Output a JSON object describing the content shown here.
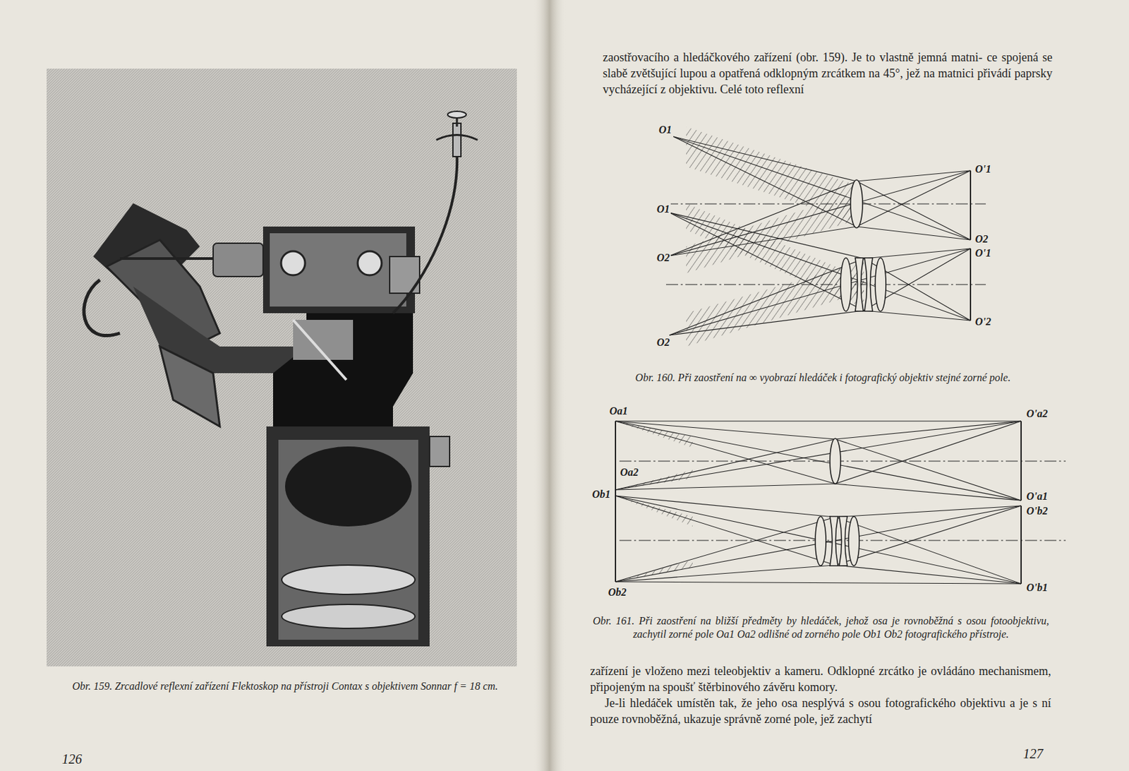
{
  "diagram": {
    "labels": [
      "Obr. 159. Zrcadlové reflexní zařízení Flektoskop na přístroji Contax s objektivem Sonnar f = 18 cm.",
      "126",
      "zaostřovacího a hledáčkového zařízení (obr. 159). Je to vlastně jemná matni- ce spojená se slabě zvětšující lupou a opatřená odklopným zrcátkem na 45°, jež na matnici přivádí paprsky vycházející z objektivu. Celé toto reflexní",
      "O1",
      "O'1",
      "O1",
      "O2",
      "O'1",
      "O2",
      "O'2",
      "O2",
      "Obr. 160. Při zaostření na ∞ vyobrazí hledáček i fotografický objektiv stejné zorné pole.",
      "Oa1",
      "O'a2",
      "Ob1",
      "Oa2",
      "O'a1",
      "O'b2",
      "O'b1",
      "Ob2",
      "Obr. 161. Při zaostření na bližší předměty by hledáček, jehož osa je rovnoběžná s osou fotoobjektivu, zachytil zorné pole Oa1 Oa2 odlišné od zorného pole Ob1 Ob2 fotografického přístroje.",
      "zařízení je vloženo mezi teleobjektiv a kameru. Odklopné zrcátko je ovládáno mechanismem, připojeným na spoušť štěrbinového závěru komory.",
      "Je-li hledáček umístěn tak, že jeho osa nesplývá s osou fotografického objektivu a je s ní pouze rovnoběžná, ukazuje správně zorné pole, jež zachytí",
      "127"
    ]
  }
}
